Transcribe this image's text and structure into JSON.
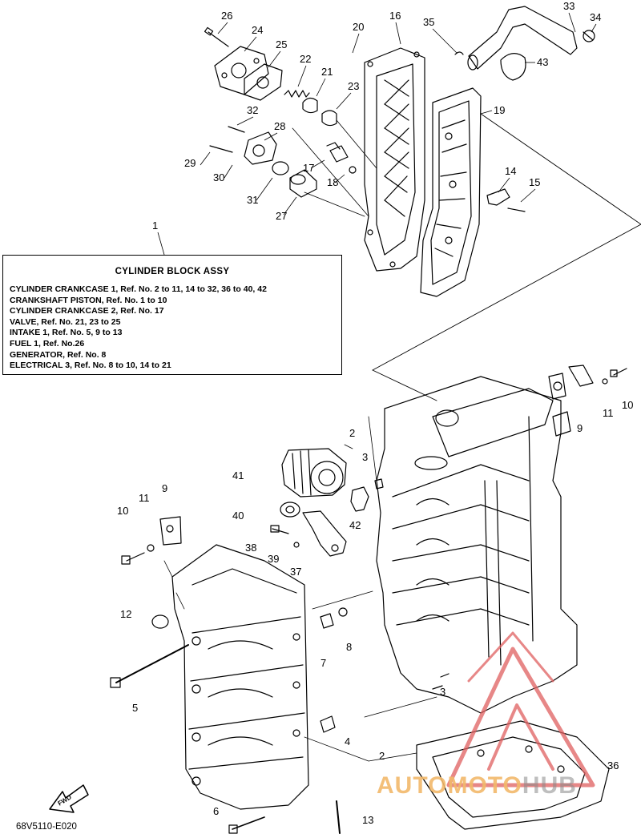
{
  "diagram": {
    "code": "68V5110-E020",
    "fwd": "FWD",
    "watermark_a": "AUTOMOTO",
    "watermark_b": "HUB",
    "info_box": {
      "title": "CYLINDER BLOCK ASSY",
      "lines": [
        "CYLINDER CRANKCASE 1, Ref. No. 2 to 11, 14 to 32, 36 to 40, 42",
        "CRANKSHAFT PISTON,  Ref. No. 1 to 10",
        "CYLINDER CRANKCASE 2,  Ref. No. 17",
        "VALVE,  Ref. No. 21, 23 to 25",
        "INTAKE 1,  Ref. No. 5, 9 to 13",
        "FUEL 1,   Ref. No.26",
        "GENERATOR,   Ref. No. 8",
        "ELECTRICAL 3,  Ref. No. 8 to 10, 14 to 21"
      ]
    },
    "callouts": {
      "n1": "1",
      "n2a": "2",
      "n2b": "2",
      "n3a": "3",
      "n3b": "3",
      "n4": "4",
      "n5": "5",
      "n6": "6",
      "n7": "7",
      "n8": "8",
      "n9a": "9",
      "n9b": "9",
      "n10a": "10",
      "n10b": "10",
      "n11a": "11",
      "n11b": "11",
      "n12": "12",
      "n13": "13",
      "n14": "14",
      "n15": "15",
      "n16": "16",
      "n17": "17",
      "n18": "18",
      "n19": "19",
      "n20": "20",
      "n21": "21",
      "n22": "22",
      "n23": "23",
      "n24": "24",
      "n25": "25",
      "n26": "26",
      "n27": "27",
      "n28": "28",
      "n29": "29",
      "n30": "30",
      "n31": "31",
      "n32": "32",
      "n33": "33",
      "n34": "34",
      "n35": "35",
      "n36": "36",
      "n37": "37",
      "n38": "38",
      "n39": "39",
      "n40": "40",
      "n41": "41",
      "n42": "42",
      "n43": "43"
    }
  }
}
